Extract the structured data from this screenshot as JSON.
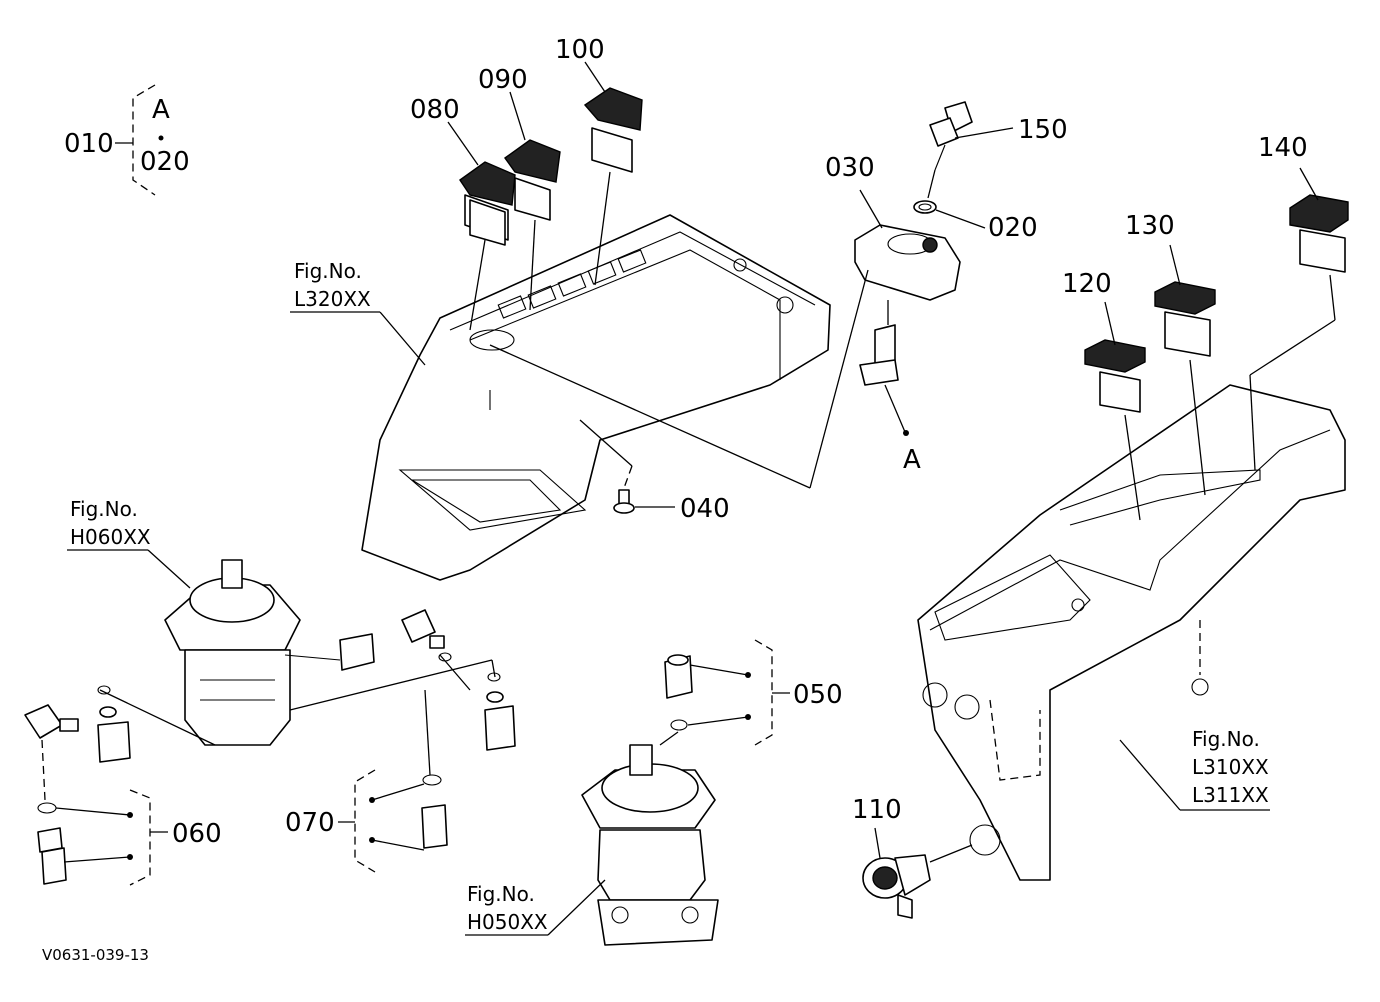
{
  "labels": {
    "p010": "010",
    "p020_key": "020",
    "p020_top": "020",
    "pA_top": "A",
    "pA_bottom": "A",
    "p030": "030",
    "p040": "040",
    "p050": "050",
    "p060": "060",
    "p070": "070",
    "p080": "080",
    "p090": "090",
    "p100": "100",
    "p110": "110",
    "p120": "120",
    "p130": "130",
    "p140": "140",
    "p150": "150"
  },
  "figures": {
    "l320_title": "Fig.No.",
    "l320_code": "L320XX",
    "h060_title": "Fig.No.",
    "h060_code": "H060XX",
    "h050_title": "Fig.No.",
    "h050_code": "H050XX",
    "l310_title": "Fig.No.",
    "l310_code1": "L310XX",
    "l310_code2": "L311XX"
  },
  "drawing_code": "V0631-039-13"
}
